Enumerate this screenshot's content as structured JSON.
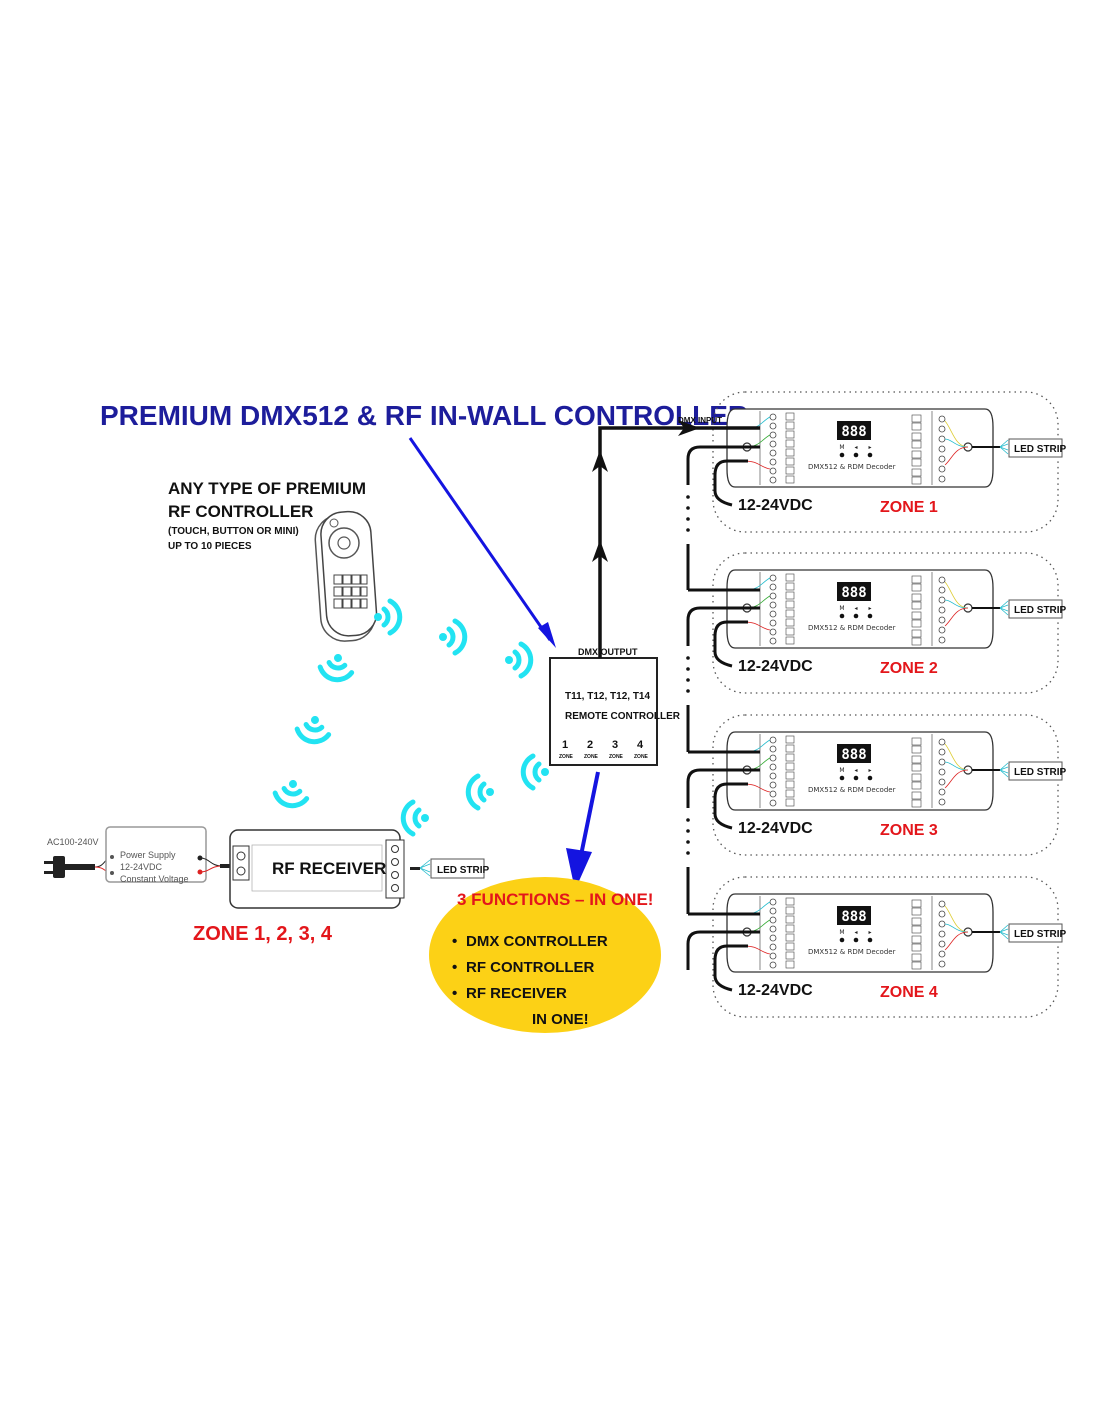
{
  "title": "PREMIUM  DMX512 & RF IN-WALL CONTROLLER",
  "rf_controller": {
    "heading_line1": "ANY TYPE OF PREMIUM",
    "heading_line2": "RF CONTROLLER",
    "note_line1": "(TOUCH, BUTTON OR MINI)",
    "note_line2": "UP TO 10 PIECES"
  },
  "in_wall_controller": {
    "output_label": "DMX OUTPUT",
    "models": "T11, T12, T12, T14",
    "name": "REMOTE CONTROLLER",
    "zones": [
      {
        "number": "1",
        "label": "ZONE"
      },
      {
        "number": "2",
        "label": "ZONE"
      },
      {
        "number": "3",
        "label": "ZONE"
      },
      {
        "number": "4",
        "label": "ZONE"
      }
    ]
  },
  "power_chain": {
    "ac_label": "AC100-240V",
    "psu_line1": "Power Supply",
    "psu_line2": "12-24VDC",
    "psu_line3": "Constant Voltage",
    "receiver_label": "RF RECEIVER",
    "led_strip_label": "LED STRIP",
    "zone_caption": "ZONE 1, 2, 3, 4"
  },
  "functions_bubble": {
    "heading": "3 FUNCTIONS – IN ONE!",
    "items": [
      "DMX CONTROLLER",
      "RF CONTROLLER",
      "RF RECEIVER"
    ],
    "footer": "IN ONE!"
  },
  "dmx_input_label": "DMX INPUT",
  "decoders": [
    {
      "zone": "ZONE 1",
      "voltage": "12-24VDC",
      "display": "888",
      "decoder_label": "DMX512 & RDM Decoder",
      "led_strip_label": "LED STRIP",
      "buttons": [
        "M",
        "◂",
        "▸"
      ]
    },
    {
      "zone": "ZONE 2",
      "voltage": "12-24VDC",
      "display": "888",
      "decoder_label": "DMX512 & RDM Decoder",
      "led_strip_label": "LED STRIP",
      "buttons": [
        "M",
        "◂",
        "▸"
      ]
    },
    {
      "zone": "ZONE 3",
      "voltage": "12-24VDC",
      "display": "888",
      "decoder_label": "DMX512 & RDM Decoder",
      "led_strip_label": "LED STRIP",
      "buttons": [
        "M",
        "◂",
        "▸"
      ]
    },
    {
      "zone": "ZONE 4",
      "voltage": "12-24VDC",
      "display": "888",
      "decoder_label": "DMX512 & RDM Decoder",
      "led_strip_label": "LED STRIP",
      "buttons": [
        "M",
        "◂",
        "▸"
      ]
    }
  ],
  "colors": {
    "title_blue": "#1d1d9b",
    "arrow_blue": "#1414e0",
    "wave_cyan": "#22e3f2",
    "zone_red": "#e3161b",
    "bubble_yellow": "#fcd116"
  }
}
